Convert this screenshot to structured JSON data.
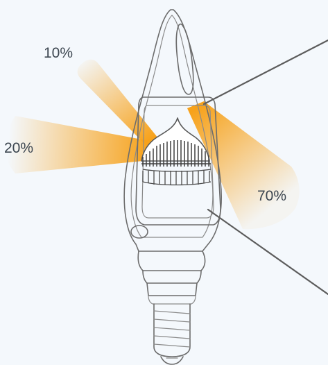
{
  "distribution": [
    {
      "id": "upper-left",
      "percent": 10,
      "label": "10%"
    },
    {
      "id": "left",
      "percent": 20,
      "label": "20%"
    },
    {
      "id": "right",
      "percent": 70,
      "label": "70%"
    }
  ],
  "colors": {
    "background": "#f4f8fc",
    "beam": "#f7a21b",
    "outline": "#6c6c6c",
    "leader": "#5c5c5c",
    "label_text": "#3c4650"
  }
}
